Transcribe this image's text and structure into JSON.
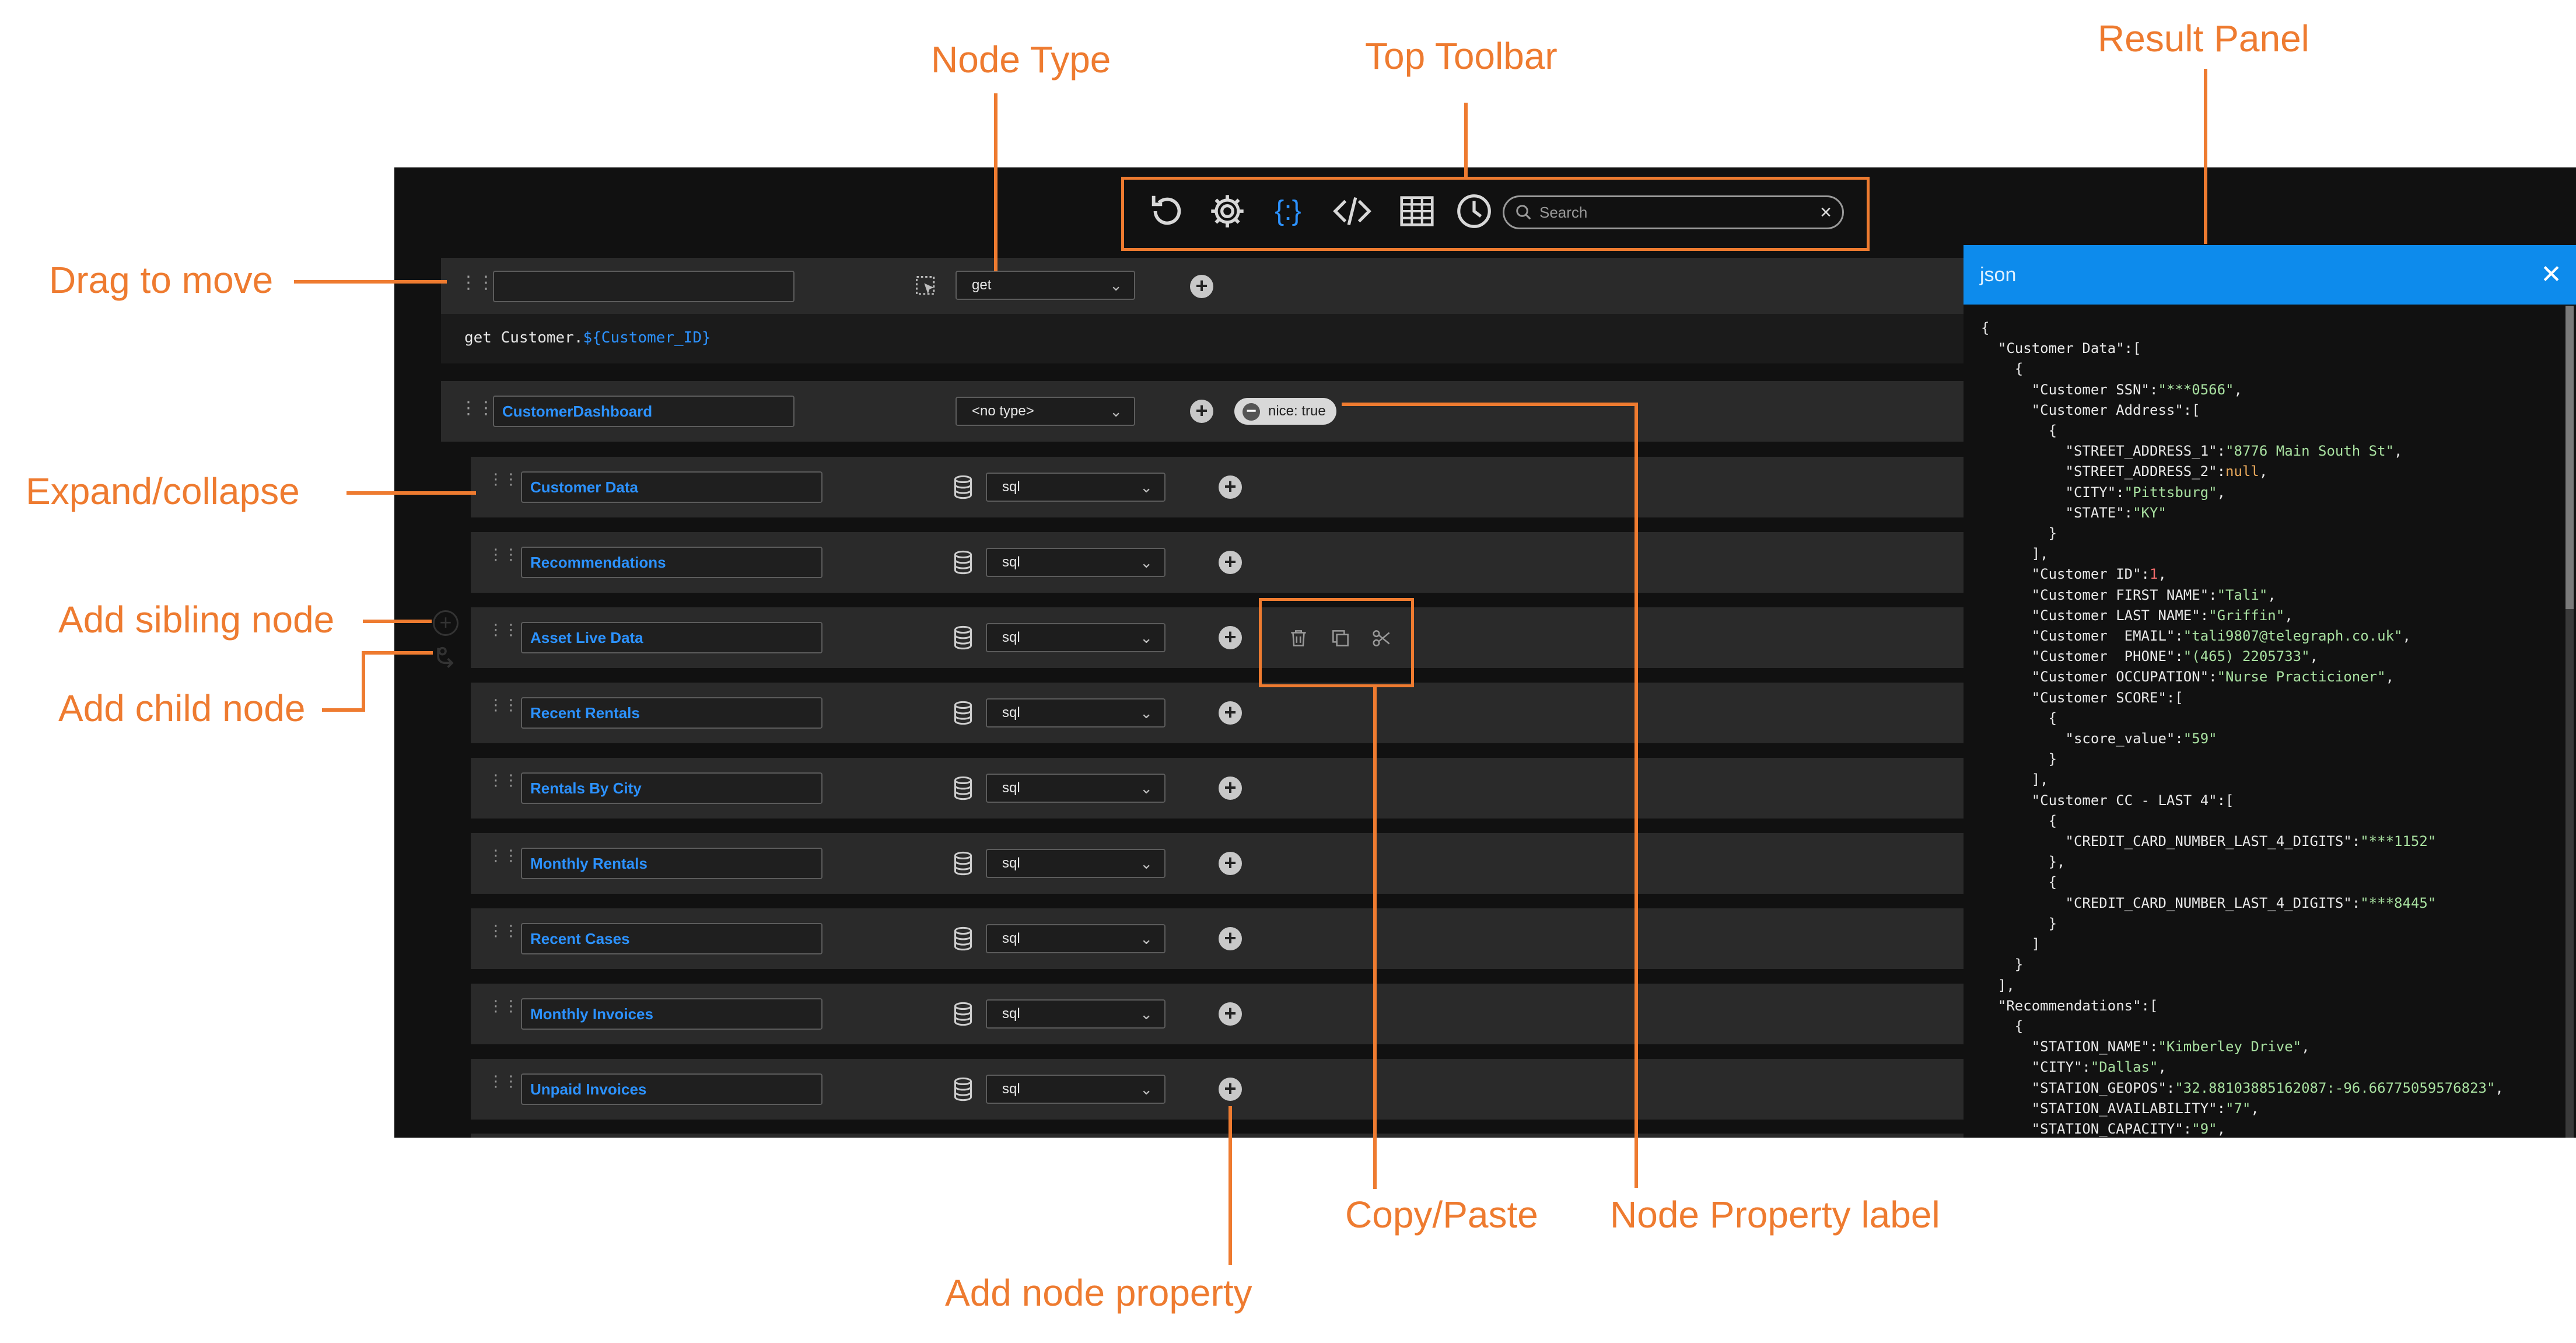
{
  "annotations": {
    "node_type": "Node Type",
    "top_toolbar": "Top Toolbar",
    "result_panel": "Result Panel",
    "drag_to_move": "Drag to move",
    "expand_collapse": "Expand/collapse",
    "add_sibling": "Add sibling node",
    "add_child": "Add child node",
    "copy_paste": "Copy/Paste",
    "node_property_label": "Node Property label",
    "add_node_property": "Add node property"
  },
  "toolbar": {
    "icons": [
      "refresh-icon",
      "gear-icon",
      "json-braces-icon",
      "code-icon",
      "table-icon",
      "clock-icon"
    ],
    "search_placeholder": "Search"
  },
  "root_node": {
    "name": "",
    "type": "get",
    "query_prefix": "get Customer.",
    "query_var": "${Customer_ID}"
  },
  "dashboard_node": {
    "name": "CustomerDashboard",
    "type": "<no type>",
    "property": "nice: true"
  },
  "children": [
    {
      "name": "Customer Data",
      "type": "sql"
    },
    {
      "name": "Recommendations",
      "type": "sql"
    },
    {
      "name": "Asset Live Data",
      "type": "sql"
    },
    {
      "name": "Recent Rentals",
      "type": "sql"
    },
    {
      "name": "Rentals By City",
      "type": "sql"
    },
    {
      "name": "Monthly Rentals",
      "type": "sql"
    },
    {
      "name": "Recent Cases",
      "type": "sql"
    },
    {
      "name": "Monthly Invoices",
      "type": "sql"
    },
    {
      "name": "Unpaid Invoices",
      "type": "sql"
    }
  ],
  "row_actions": [
    "trash-icon",
    "copy-icon",
    "scissors-icon"
  ],
  "json_panel": {
    "title": "json",
    "lines": [
      "{",
      "  \"Customer Data\":[",
      "    {",
      "      \"Customer SSN\":\"***0566\",",
      "      \"Customer Address\":[",
      "        {",
      "          \"STREET_ADDRESS_1\":\"8776 Main South St\",",
      "          \"STREET_ADDRESS_2\":null,",
      "          \"CITY\":\"Pittsburg\",",
      "          \"STATE\":\"KY\"",
      "        }",
      "      ],",
      "      \"Customer ID\":1,",
      "      \"Customer FIRST NAME\":\"Tali\",",
      "      \"Customer LAST NAME\":\"Griffin\",",
      "      \"Customer  EMAIL\":\"tali9807@telegraph.co.uk\",",
      "      \"Customer  PHONE\":\"(465) 2205733\",",
      "      \"Customer OCCUPATION\":\"Nurse Practicioner\",",
      "      \"Customer SCORE\":[",
      "        {",
      "          \"score_value\":\"59\"",
      "        }",
      "      ],",
      "      \"Customer CC - LAST 4\":[",
      "        {",
      "          \"CREDIT_CARD_NUMBER_LAST_4_DIGITS\":\"***1152\"",
      "        },",
      "        {",
      "          \"CREDIT_CARD_NUMBER_LAST_4_DIGITS\":\"***8445\"",
      "        }",
      "      ]",
      "    }",
      "  ],",
      "  \"Recommendations\":[",
      "    {",
      "      \"STATION_NAME\":\"Kimberley Drive\",",
      "      \"CITY\":\"Dallas\",",
      "      \"STATION_GEOPOS\":\"32.88103885162087:-96.66775059576823\",",
      "      \"STATION_AVAILABILITY\":\"7\",",
      "      \"STATION_CAPACITY\":\"9\","
    ]
  }
}
